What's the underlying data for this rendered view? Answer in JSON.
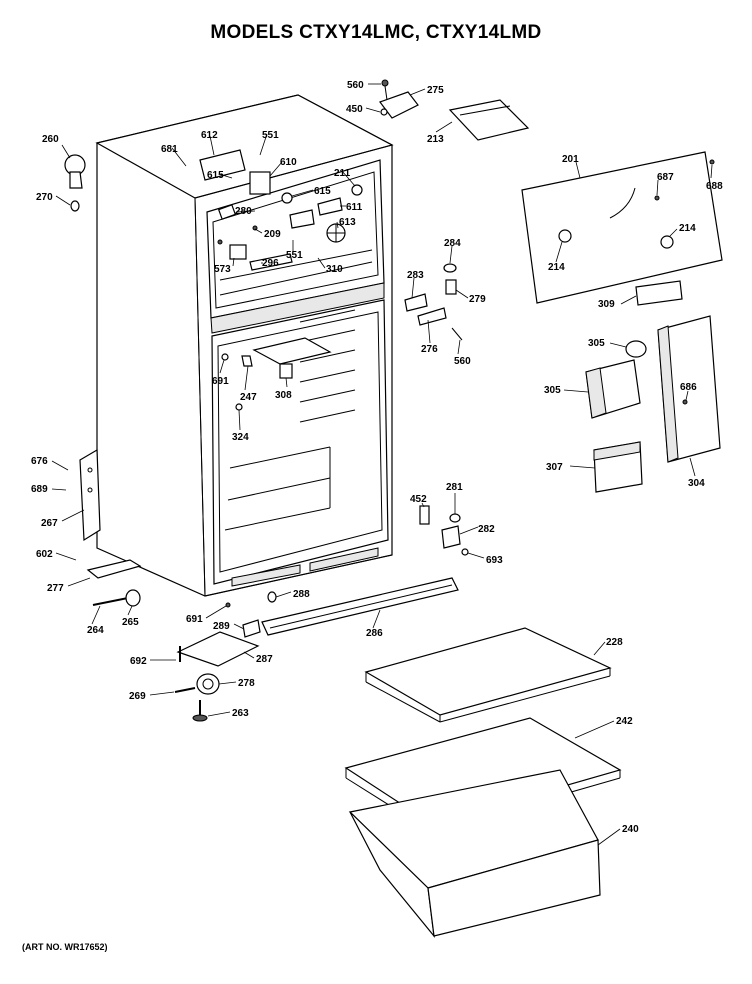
{
  "title": "MODELS CTXY14LMC, CTXY14LMD",
  "art_number": "(ART NO. WR17652)",
  "callouts": [
    {
      "id": "560a",
      "label": "560"
    },
    {
      "id": "275",
      "label": "275"
    },
    {
      "id": "450",
      "label": "450"
    },
    {
      "id": "213",
      "label": "213"
    },
    {
      "id": "260",
      "label": "260"
    },
    {
      "id": "270",
      "label": "270"
    },
    {
      "id": "681",
      "label": "681"
    },
    {
      "id": "612",
      "label": "612"
    },
    {
      "id": "551a",
      "label": "551"
    },
    {
      "id": "615a",
      "label": "615"
    },
    {
      "id": "610",
      "label": "610"
    },
    {
      "id": "615b",
      "label": "615"
    },
    {
      "id": "211",
      "label": "211"
    },
    {
      "id": "611",
      "label": "611"
    },
    {
      "id": "280",
      "label": "280"
    },
    {
      "id": "613",
      "label": "613"
    },
    {
      "id": "209",
      "label": "209"
    },
    {
      "id": "573",
      "label": "573"
    },
    {
      "id": "296",
      "label": "296"
    },
    {
      "id": "551b",
      "label": "551"
    },
    {
      "id": "310",
      "label": "310"
    },
    {
      "id": "201",
      "label": "201"
    },
    {
      "id": "687",
      "label": "687"
    },
    {
      "id": "688",
      "label": "688"
    },
    {
      "id": "214a",
      "label": "214"
    },
    {
      "id": "214b",
      "label": "214"
    },
    {
      "id": "284a",
      "label": "284"
    },
    {
      "id": "283",
      "label": "283"
    },
    {
      "id": "279",
      "label": "279"
    },
    {
      "id": "276",
      "label": "276"
    },
    {
      "id": "560b",
      "label": "560"
    },
    {
      "id": "309",
      "label": "309"
    },
    {
      "id": "305a",
      "label": "305"
    },
    {
      "id": "305b",
      "label": "305"
    },
    {
      "id": "686",
      "label": "686"
    },
    {
      "id": "307",
      "label": "307"
    },
    {
      "id": "304",
      "label": "304"
    },
    {
      "id": "691a",
      "label": "691"
    },
    {
      "id": "247",
      "label": "247"
    },
    {
      "id": "308",
      "label": "308"
    },
    {
      "id": "324",
      "label": "324"
    },
    {
      "id": "676",
      "label": "676"
    },
    {
      "id": "689",
      "label": "689"
    },
    {
      "id": "267",
      "label": "267"
    },
    {
      "id": "452",
      "label": "452"
    },
    {
      "id": "281",
      "label": "281"
    },
    {
      "id": "282",
      "label": "282"
    },
    {
      "id": "693",
      "label": "693"
    },
    {
      "id": "602",
      "label": "602"
    },
    {
      "id": "277",
      "label": "277"
    },
    {
      "id": "288",
      "label": "288"
    },
    {
      "id": "264",
      "label": "264"
    },
    {
      "id": "265",
      "label": "265"
    },
    {
      "id": "691b",
      "label": "691"
    },
    {
      "id": "289",
      "label": "289"
    },
    {
      "id": "286",
      "label": "286"
    },
    {
      "id": "228",
      "label": "228"
    },
    {
      "id": "692",
      "label": "692"
    },
    {
      "id": "287",
      "label": "287"
    },
    {
      "id": "269",
      "label": "269"
    },
    {
      "id": "278",
      "label": "278"
    },
    {
      "id": "263",
      "label": "263"
    },
    {
      "id": "242",
      "label": "242"
    },
    {
      "id": "240",
      "label": "240"
    }
  ]
}
